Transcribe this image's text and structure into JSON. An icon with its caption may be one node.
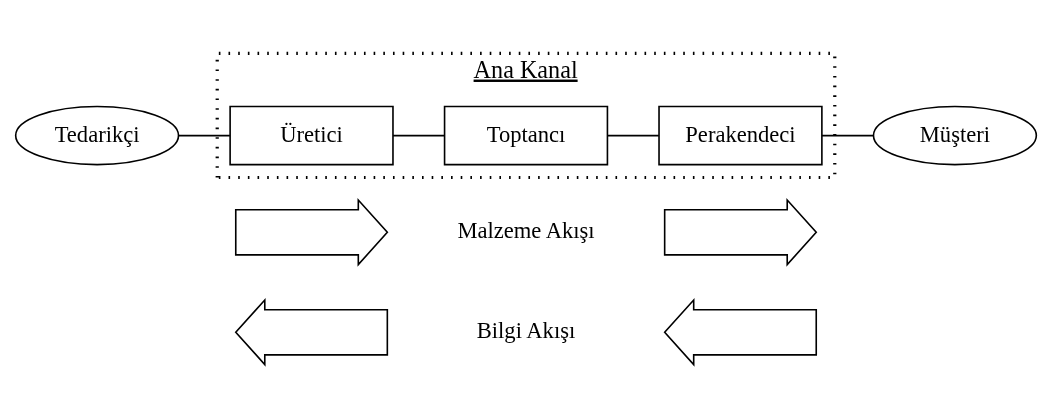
{
  "diagram": {
    "nodes": [
      {
        "text": [],
        "shape": "arrow"
      },
      {
        "text": [],
        "shape": "arrow"
      },
      {
        "text": [
          "Tedarikçi"
        ]
      },
      {
        "text": [
          "Ana Kanal"
        ]
      },
      {
        "text": [
          "Üretici"
        ],
        "in": 3
      },
      {
        "text": [
          "Toptancı"
        ],
        "in": 3
      },
      {
        "text": [
          "Perakendeci"
        ],
        "in": 3
      },
      {
        "text": [
          "Müşteri"
        ]
      },
      {
        "text": [],
        "shape": "arrow"
      },
      {
        "text": [],
        "shape": "arrow"
      }
    ],
    "edges": [
      {
        "from": 2,
        "to": 4,
        "arrow": "none"
      },
      {
        "from": 4,
        "to": 5,
        "arrow": "none"
      },
      {
        "from": 5,
        "to": 6,
        "arrow": "none"
      },
      {
        "from": 6,
        "to": 7,
        "arrow": "none"
      }
    ],
    "labels": [
      "Malzeme Akışı",
      "Bilgi Akışı"
    ]
  }
}
